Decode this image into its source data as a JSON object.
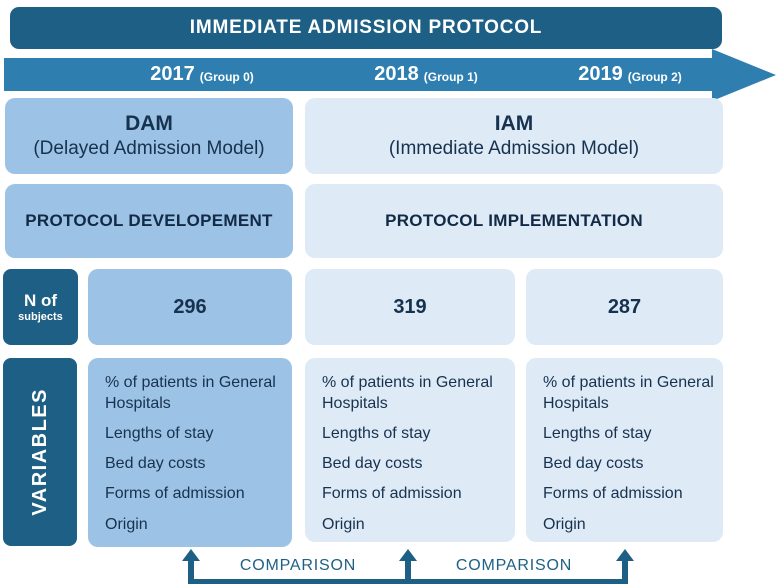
{
  "header": {
    "title": "IMMEDIATE ADMISSION PROTOCOL"
  },
  "timeline": {
    "years": [
      {
        "year": "2017",
        "group": "(Group 0)"
      },
      {
        "year": "2018",
        "group": "(Group 1)"
      },
      {
        "year": "2019",
        "group": "(Group 2)"
      }
    ]
  },
  "models": {
    "dam": {
      "abbr": "DAM",
      "full": "(Delayed Admission Model)"
    },
    "iam": {
      "abbr": "IAM",
      "full": "(Immediate Admission Model)"
    }
  },
  "phases": {
    "development": "PROTOCOL DEVELOPEMENT",
    "implementation": "PROTOCOL IMPLEMENTATION"
  },
  "subjects": {
    "label_line1": "N of",
    "label_line2": "subjects",
    "counts": [
      "296",
      "319",
      "287"
    ]
  },
  "variables": {
    "label": "VARIABLES",
    "items": [
      "% of patients in General Hospitals",
      "Lengths of stay",
      "Bed day costs",
      "Forms of admission",
      "Origin"
    ]
  },
  "comparison": {
    "labels": [
      "COMPARISON",
      "COMPARISON"
    ]
  },
  "colors": {
    "dark_blue": "#1E6085",
    "band_blue": "#2E7FB0",
    "medium_blue": "#9CC2E5",
    "light_blue": "#DEEAF6",
    "text_navy": "#17324F",
    "white": "#FFFFFF"
  }
}
